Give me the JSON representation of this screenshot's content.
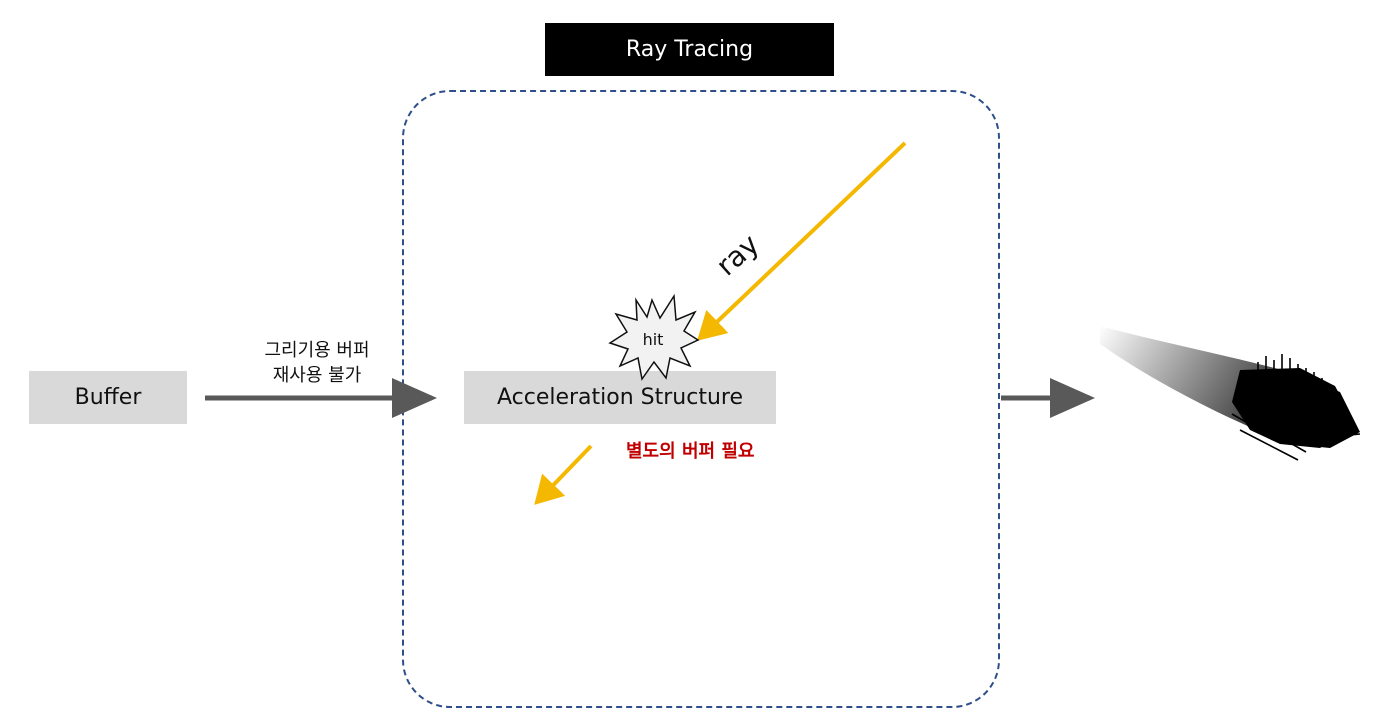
{
  "diagram": {
    "title": "Ray Tracing",
    "buffer_label": "Buffer",
    "buffer_note": [
      "그리기용 버퍼",
      "재사용 불가"
    ],
    "acceleration_label": "Acceleration Structure",
    "ray_label": "ray",
    "hit_label": "hit",
    "need_buffer_label": "별도의 버퍼 필요"
  },
  "colors": {
    "ray": "#f5b800",
    "connector": "#595959",
    "need_label": "#c00000",
    "frame": "#2f4f8a",
    "box_fill": "#d9d9d9"
  }
}
